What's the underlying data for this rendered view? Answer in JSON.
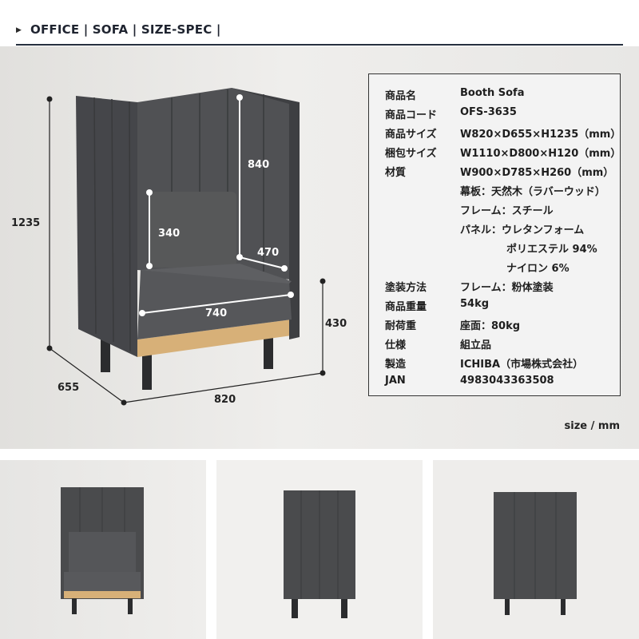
{
  "header": {
    "breadcrumb": "OFFICE | SOFA | SIZE-SPEC |"
  },
  "dimensions": {
    "height_total": "1235",
    "depth": "655",
    "width": "820",
    "seat_height": "430",
    "back_height": "840",
    "back_cushion": "340",
    "inner_depth": "470",
    "seat_width": "740"
  },
  "spec": {
    "rows": [
      {
        "label": "商品名",
        "value": "Booth Sofa"
      },
      {
        "label": "商品コード",
        "value": "OFS-3635"
      },
      {
        "label": "商品サイズ",
        "value": "W820×D655×H1235（mm）"
      },
      {
        "label": "梱包サイズ",
        "value": "W1110×D800×H120（mm）"
      },
      {
        "label": "材質",
        "value": "W900×D785×H260（mm）"
      }
    ],
    "material_lines": [
      "幕板：天然木（ラバーウッド）",
      "フレーム：スチール",
      "パネル：ウレタンフォーム"
    ],
    "panel_extra": [
      "ポリエステル 94%",
      "ナイロン 6%"
    ],
    "rows2": [
      {
        "label": "塗装方法",
        "value": "フレーム：粉体塗装"
      },
      {
        "label": "商品重量",
        "value": "54kg"
      },
      {
        "label": "耐荷重",
        "value": "座面：80kg"
      },
      {
        "label": "仕様",
        "value": "組立品"
      },
      {
        "label": "製造",
        "value": "ICHIBA（市場株式会社）"
      },
      {
        "label": "JAN",
        "value": "4983043363508"
      }
    ]
  },
  "unit_note": "size / mm",
  "colors": {
    "fabric": "#4a4b4d",
    "fabric_dark": "#3b3c3e",
    "wood": "#d7b078",
    "leg": "#2b2c2e",
    "header_rule": "#27303f"
  }
}
